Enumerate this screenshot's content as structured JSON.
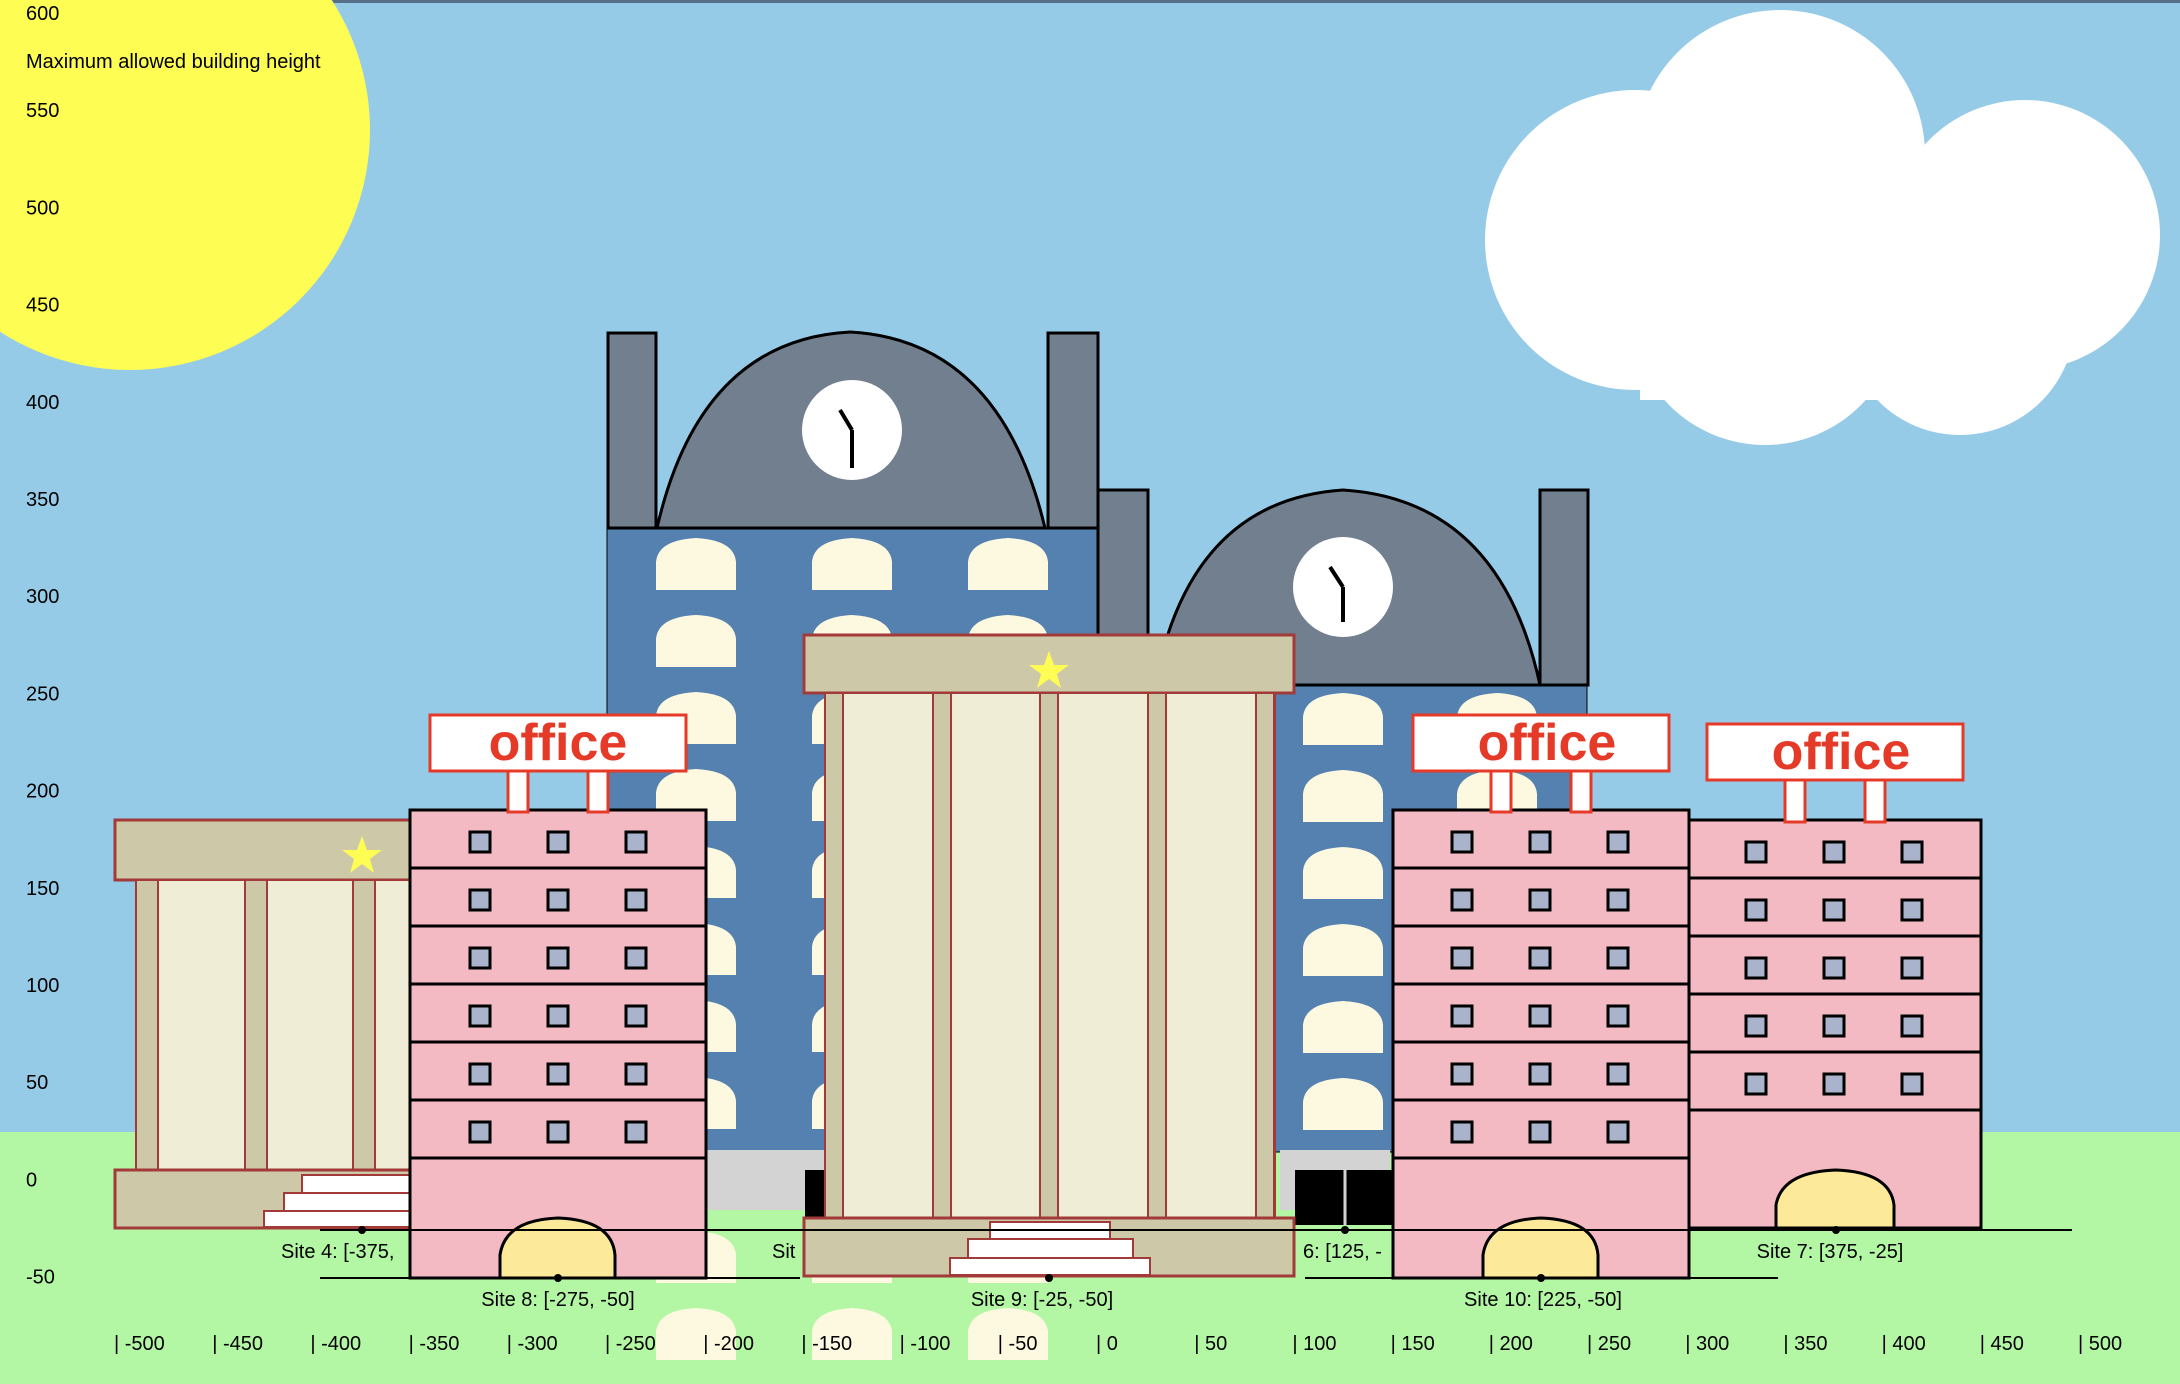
{
  "height_axis": {
    "title": "Maximum allowed building height",
    "ticks": [
      "600",
      "550",
      "500",
      "450",
      "400",
      "350",
      "300",
      "250",
      "200",
      "150",
      "100",
      "50",
      "0",
      "-50"
    ]
  },
  "x_axis": {
    "ticks": [
      "| -500",
      "| -450",
      "| -400",
      "| -350",
      "| -300",
      "| -250",
      "| -200",
      "| -150",
      "| -100",
      "| -50",
      "| 0",
      "| 50",
      "| 100",
      "| 150",
      "| 200",
      "| 250",
      "| 300",
      "| 350",
      "| 400",
      "| 450",
      "| 500"
    ]
  },
  "sites": [
    {
      "label": "Site 4: [-375,",
      "building": "civic-hall"
    },
    {
      "label": "Site 8: [-275, -50]",
      "building": "office-tower"
    },
    {
      "label": "Sit",
      "building": "clock-tower"
    },
    {
      "label": "Site 9: [-25, -50]",
      "building": "civic-hall"
    },
    {
      "label": "6: [125, -",
      "building": "clock-tower"
    },
    {
      "label": "Site 10: [225, -50]",
      "building": "office-tower"
    },
    {
      "label": "Site 7: [375, -25]",
      "building": "office-tower"
    }
  ],
  "signs": [
    "office",
    "office",
    "office"
  ],
  "colors": {
    "sky": "#96cbe8",
    "grass": "#b3f7a5",
    "sun": "#fdfd54",
    "cloud": "#ffffff",
    "tower_blue": "#5581b0",
    "dome_gray": "#717f8e",
    "office_pink": "#f4bac4",
    "hall_beige": "#cdc8a7",
    "hall_cream": "#efedd6",
    "sign_red": "#e53a27"
  },
  "icons": [
    "sun-icon",
    "cloud-icon",
    "clock-icon",
    "star-icon"
  ]
}
